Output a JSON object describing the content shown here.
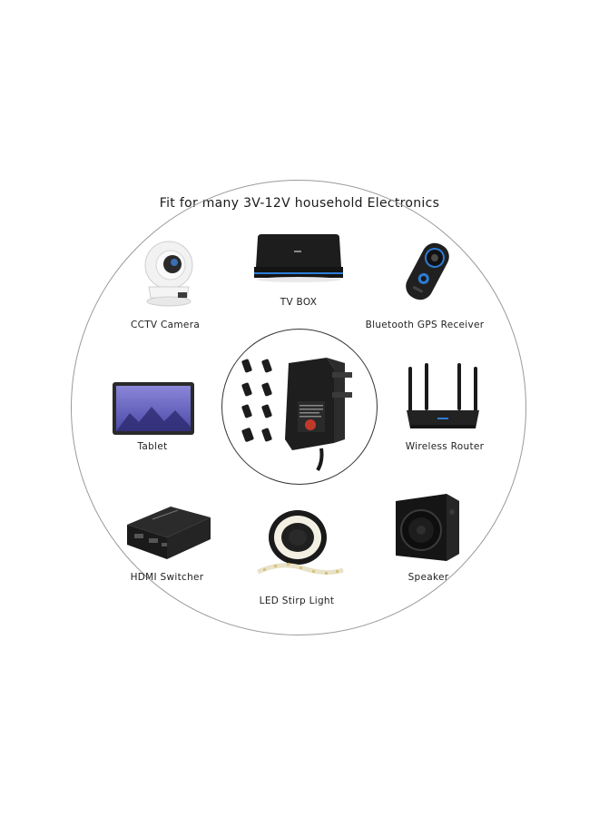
{
  "title": "Fit for many  3V-12V household Electronics",
  "devices": [
    {
      "label": "CCTV Camera",
      "icon": "cctv-camera-icon"
    },
    {
      "label": "TV BOX",
      "icon": "tv-box-icon"
    },
    {
      "label": "Bluetooth GPS Receiver",
      "icon": "bluetooth-receiver-icon"
    },
    {
      "label": "Tablet",
      "icon": "tablet-icon"
    },
    {
      "label": "Wireless Router",
      "icon": "router-icon"
    },
    {
      "label": "HDMI Switcher",
      "icon": "hdmi-switcher-icon"
    },
    {
      "label": "LED Stirp Light",
      "icon": "led-strip-icon"
    },
    {
      "label": "Speaker",
      "icon": "speaker-icon"
    }
  ],
  "center_product": {
    "icon": "power-adapter-icon"
  },
  "colors": {
    "accent_blue": "#2d7bd6",
    "device_black": "#1c1c1c",
    "circle_line": "#9a9a9a"
  }
}
